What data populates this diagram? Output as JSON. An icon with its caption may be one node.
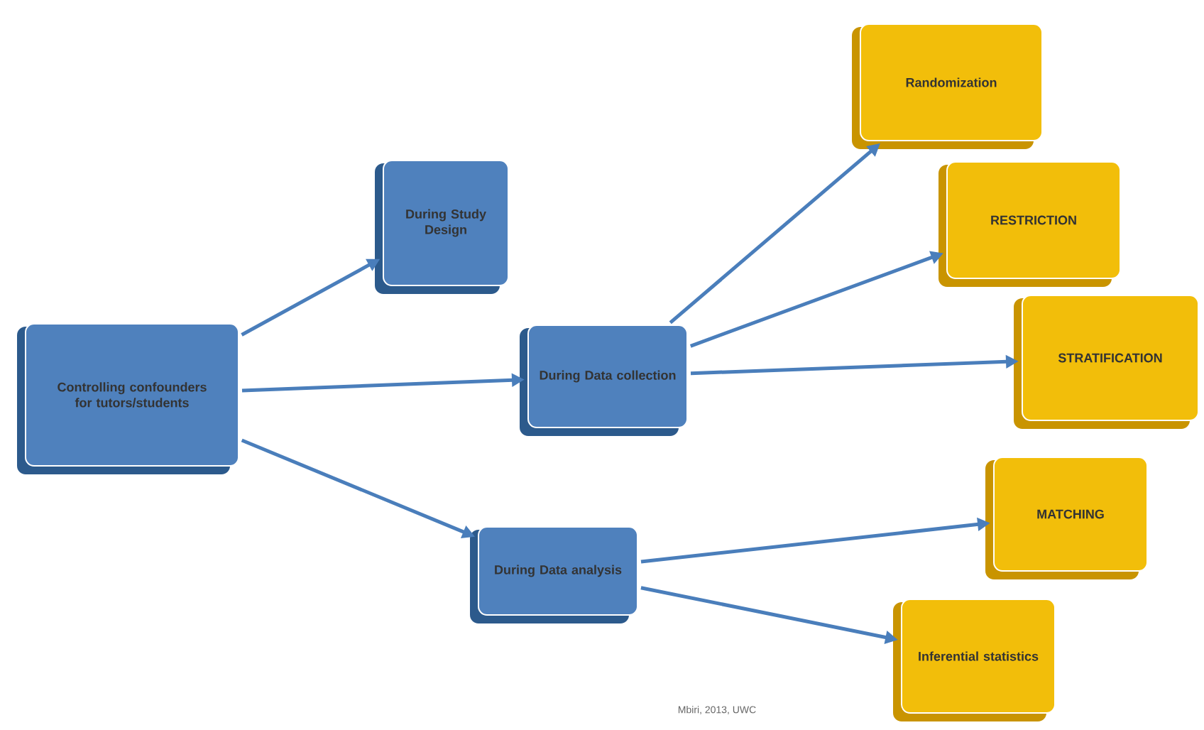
{
  "diagram": {
    "nodes": [
      {
        "text": [
          "Controlling confounders for tutors/students"
        ]
      },
      {
        "text": [
          "During Study Design"
        ]
      },
      {
        "text": [
          "During Data collection"
        ]
      },
      {
        "text": [
          "During Data analysis"
        ]
      },
      {
        "text": [
          "Randomization"
        ]
      },
      {
        "text": [
          "RESTRICTION"
        ]
      },
      {
        "text": [
          "STRATIFICATION"
        ]
      },
      {
        "text": [
          "MATCHING"
        ]
      },
      {
        "text": [
          "Inferential statistics"
        ]
      }
    ],
    "edges": [
      {
        "from": 0,
        "to": 1,
        "arrow": "to"
      },
      {
        "from": 0,
        "to": 2,
        "arrow": "to"
      },
      {
        "from": 0,
        "to": 3,
        "arrow": "to"
      },
      {
        "from": 2,
        "to": 4,
        "arrow": "to"
      },
      {
        "from": 2,
        "to": 5,
        "arrow": "to"
      },
      {
        "from": 2,
        "to": 6,
        "arrow": "to"
      },
      {
        "from": 3,
        "to": 7,
        "arrow": "to"
      },
      {
        "from": 3,
        "to": 8,
        "arrow": "to"
      }
    ],
    "labels": [
      "Mbiri, 2013, UWC"
    ]
  }
}
